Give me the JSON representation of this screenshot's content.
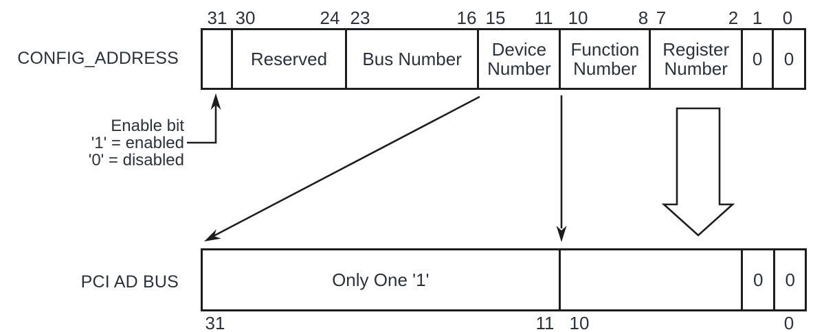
{
  "config_address": {
    "title": "CONFIG_ADDRESS",
    "bit_labels": [
      "31",
      "30",
      "24",
      "23",
      "16",
      "15",
      "11",
      "10",
      "8",
      "7",
      "2",
      "1",
      "0"
    ],
    "fields": [
      {
        "lines": [
          "",
          ""
        ]
      },
      {
        "lines": [
          "Reserved",
          ""
        ]
      },
      {
        "lines": [
          "Bus Number",
          ""
        ]
      },
      {
        "lines": [
          "Device",
          "Number"
        ]
      },
      {
        "lines": [
          "Function",
          "Number"
        ]
      },
      {
        "lines": [
          "Register",
          "Number"
        ]
      },
      {
        "lines": [
          "0",
          ""
        ]
      },
      {
        "lines": [
          "0",
          ""
        ]
      }
    ]
  },
  "enable_annotation": {
    "lines": [
      "Enable bit",
      "'1' = enabled",
      "'0' = disabled"
    ]
  },
  "pci_ad_bus": {
    "title": "PCI AD BUS",
    "cells": [
      {
        "lines": [
          "Only One '1'"
        ]
      },
      {
        "lines": [
          ""
        ]
      },
      {
        "lines": [
          "0"
        ]
      },
      {
        "lines": [
          "0"
        ]
      }
    ],
    "bit_labels": [
      "31",
      "11",
      "10",
      "0"
    ]
  },
  "colors": {
    "background": "#ffffff",
    "line": "#1d1d1d",
    "text": "#2b323c"
  }
}
